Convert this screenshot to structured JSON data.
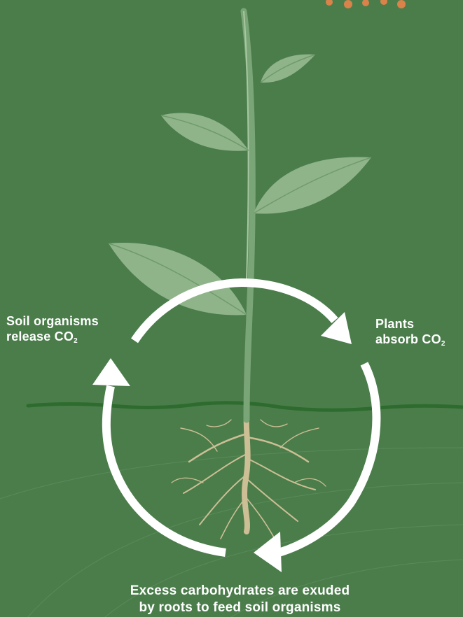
{
  "labels": {
    "soil_release_line1": "Soil organisms",
    "soil_release_line2": "release CO",
    "soil_release_sub": "2",
    "plants_absorb_line1": "Plants",
    "plants_absorb_line2": "absorb CO",
    "plants_absorb_sub": "2",
    "exudate_line1": "Excess carbohydrates are exuded",
    "exudate_line2": "by roots to feed soil organisms"
  },
  "colors": {
    "background": "#4b7d4b",
    "leaf": "#8fb48a",
    "stem": "#7aa576",
    "root": "#cdbf95",
    "arrow": "#ffffff",
    "soil_line": "#2e6b2e",
    "accent_dots": "#d9834a"
  }
}
